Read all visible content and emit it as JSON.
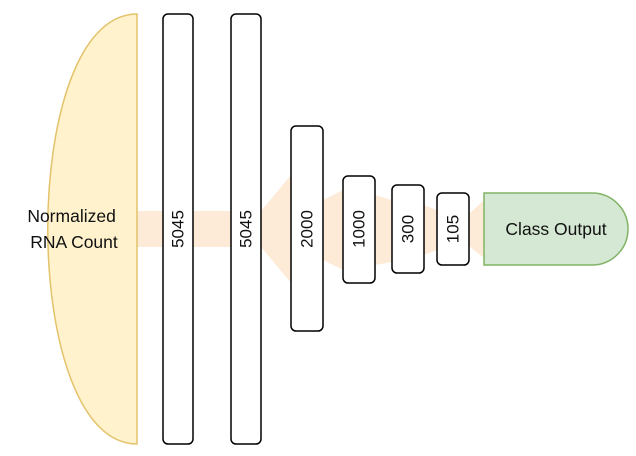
{
  "input": {
    "lines": [
      "Normalized",
      "RNA Count"
    ]
  },
  "layers": [
    {
      "label": "5045"
    },
    {
      "label": "5045"
    },
    {
      "label": "2000"
    },
    {
      "label": "1000"
    },
    {
      "label": "300"
    },
    {
      "label": "105"
    }
  ],
  "output": {
    "label": "Class Output"
  },
  "colors": {
    "input_fill": "#fff2cc",
    "input_stroke": "#e3c26a",
    "connector_fill": "#fde5cc",
    "output_fill": "#d5e8d4",
    "output_stroke": "#82b366",
    "layer_stroke": "#000000"
  }
}
